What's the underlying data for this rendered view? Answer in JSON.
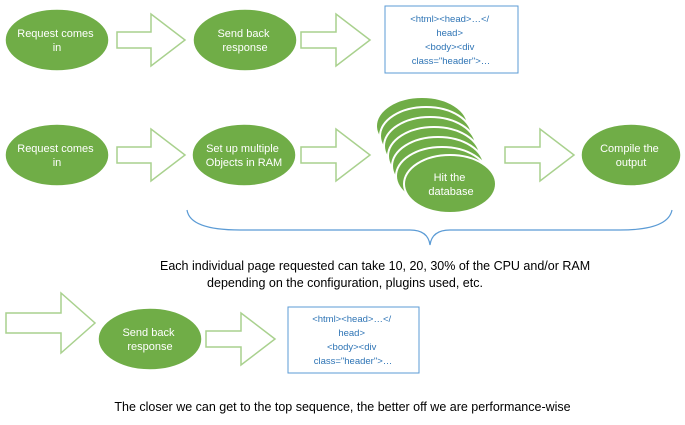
{
  "colors": {
    "node_fill": "#70ad47",
    "node_stroke": "#ffffff",
    "arrow_stroke": "#a9d18e",
    "code_box_stroke": "#5b9bd5",
    "code_text": "#2e74b5",
    "brace_stroke": "#5b9bd5"
  },
  "row1": {
    "request": [
      "Request comes",
      "in"
    ],
    "send_back": [
      "Send back",
      "response"
    ],
    "code": [
      "<html><head>…</",
      "head>",
      "<body><div",
      "class=\"header\">…"
    ]
  },
  "row2": {
    "request": [
      "Request comes",
      "in"
    ],
    "setup": [
      "Set up multiple",
      "Objects in RAM"
    ],
    "database": [
      "Hit the",
      "database"
    ],
    "compile": [
      "Compile the",
      "output"
    ]
  },
  "note": {
    "line1": "Each individual page requested can take 10, 20, 30% of the CPU and/or RAM",
    "line2": "depending on the configuration, plugins used, etc."
  },
  "row3": {
    "send_back": [
      "Send back",
      "response"
    ],
    "code": [
      "<html><head>…</",
      "head>",
      "<body><div",
      "class=\"header\">…"
    ]
  },
  "footer": "The closer we can get to the top sequence, the better off we are performance-wise"
}
